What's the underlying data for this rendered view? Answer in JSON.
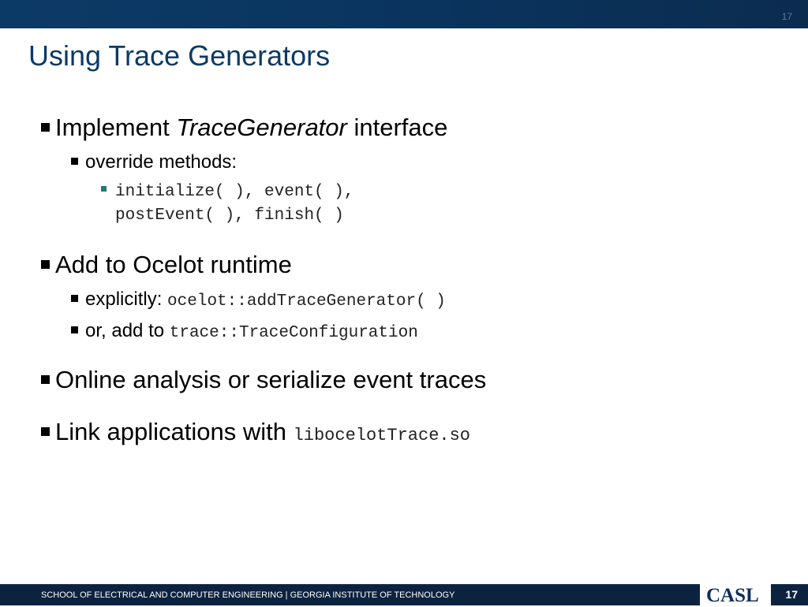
{
  "header": {
    "slide_number": "17"
  },
  "slide": {
    "title": "Using Trace Generators",
    "b1": {
      "prefix": "Implement ",
      "italic": "TraceGenerator",
      "suffix": " interface"
    },
    "b1_1": "override methods:",
    "b1_1_1": {
      "line1": "initialize( ), event( ),",
      "line2": "postEvent( ), finish( )"
    },
    "b2": "Add to Ocelot runtime",
    "b2_1": {
      "text": "explicitly: ",
      "code": "ocelot::addTraceGenerator( )"
    },
    "b2_2": {
      "text": "or, add to ",
      "code": "trace::TraceConfiguration"
    },
    "b3": "Online analysis or serialize event traces",
    "b4": {
      "text": "Link applications with ",
      "code": "libocelotTrace.so"
    }
  },
  "footer": {
    "text": "SCHOOL OF ELECTRICAL AND COMPUTER ENGINEERING | GEORGIA INSTITUTE OF TECHNOLOGY",
    "logo": "CASL",
    "page_number": "17"
  },
  "colors": {
    "header_bar": "#0c3a66",
    "title": "#0c3a66",
    "footer_bar": "#0c2340",
    "sub_bullet": "#1e7a7a"
  }
}
